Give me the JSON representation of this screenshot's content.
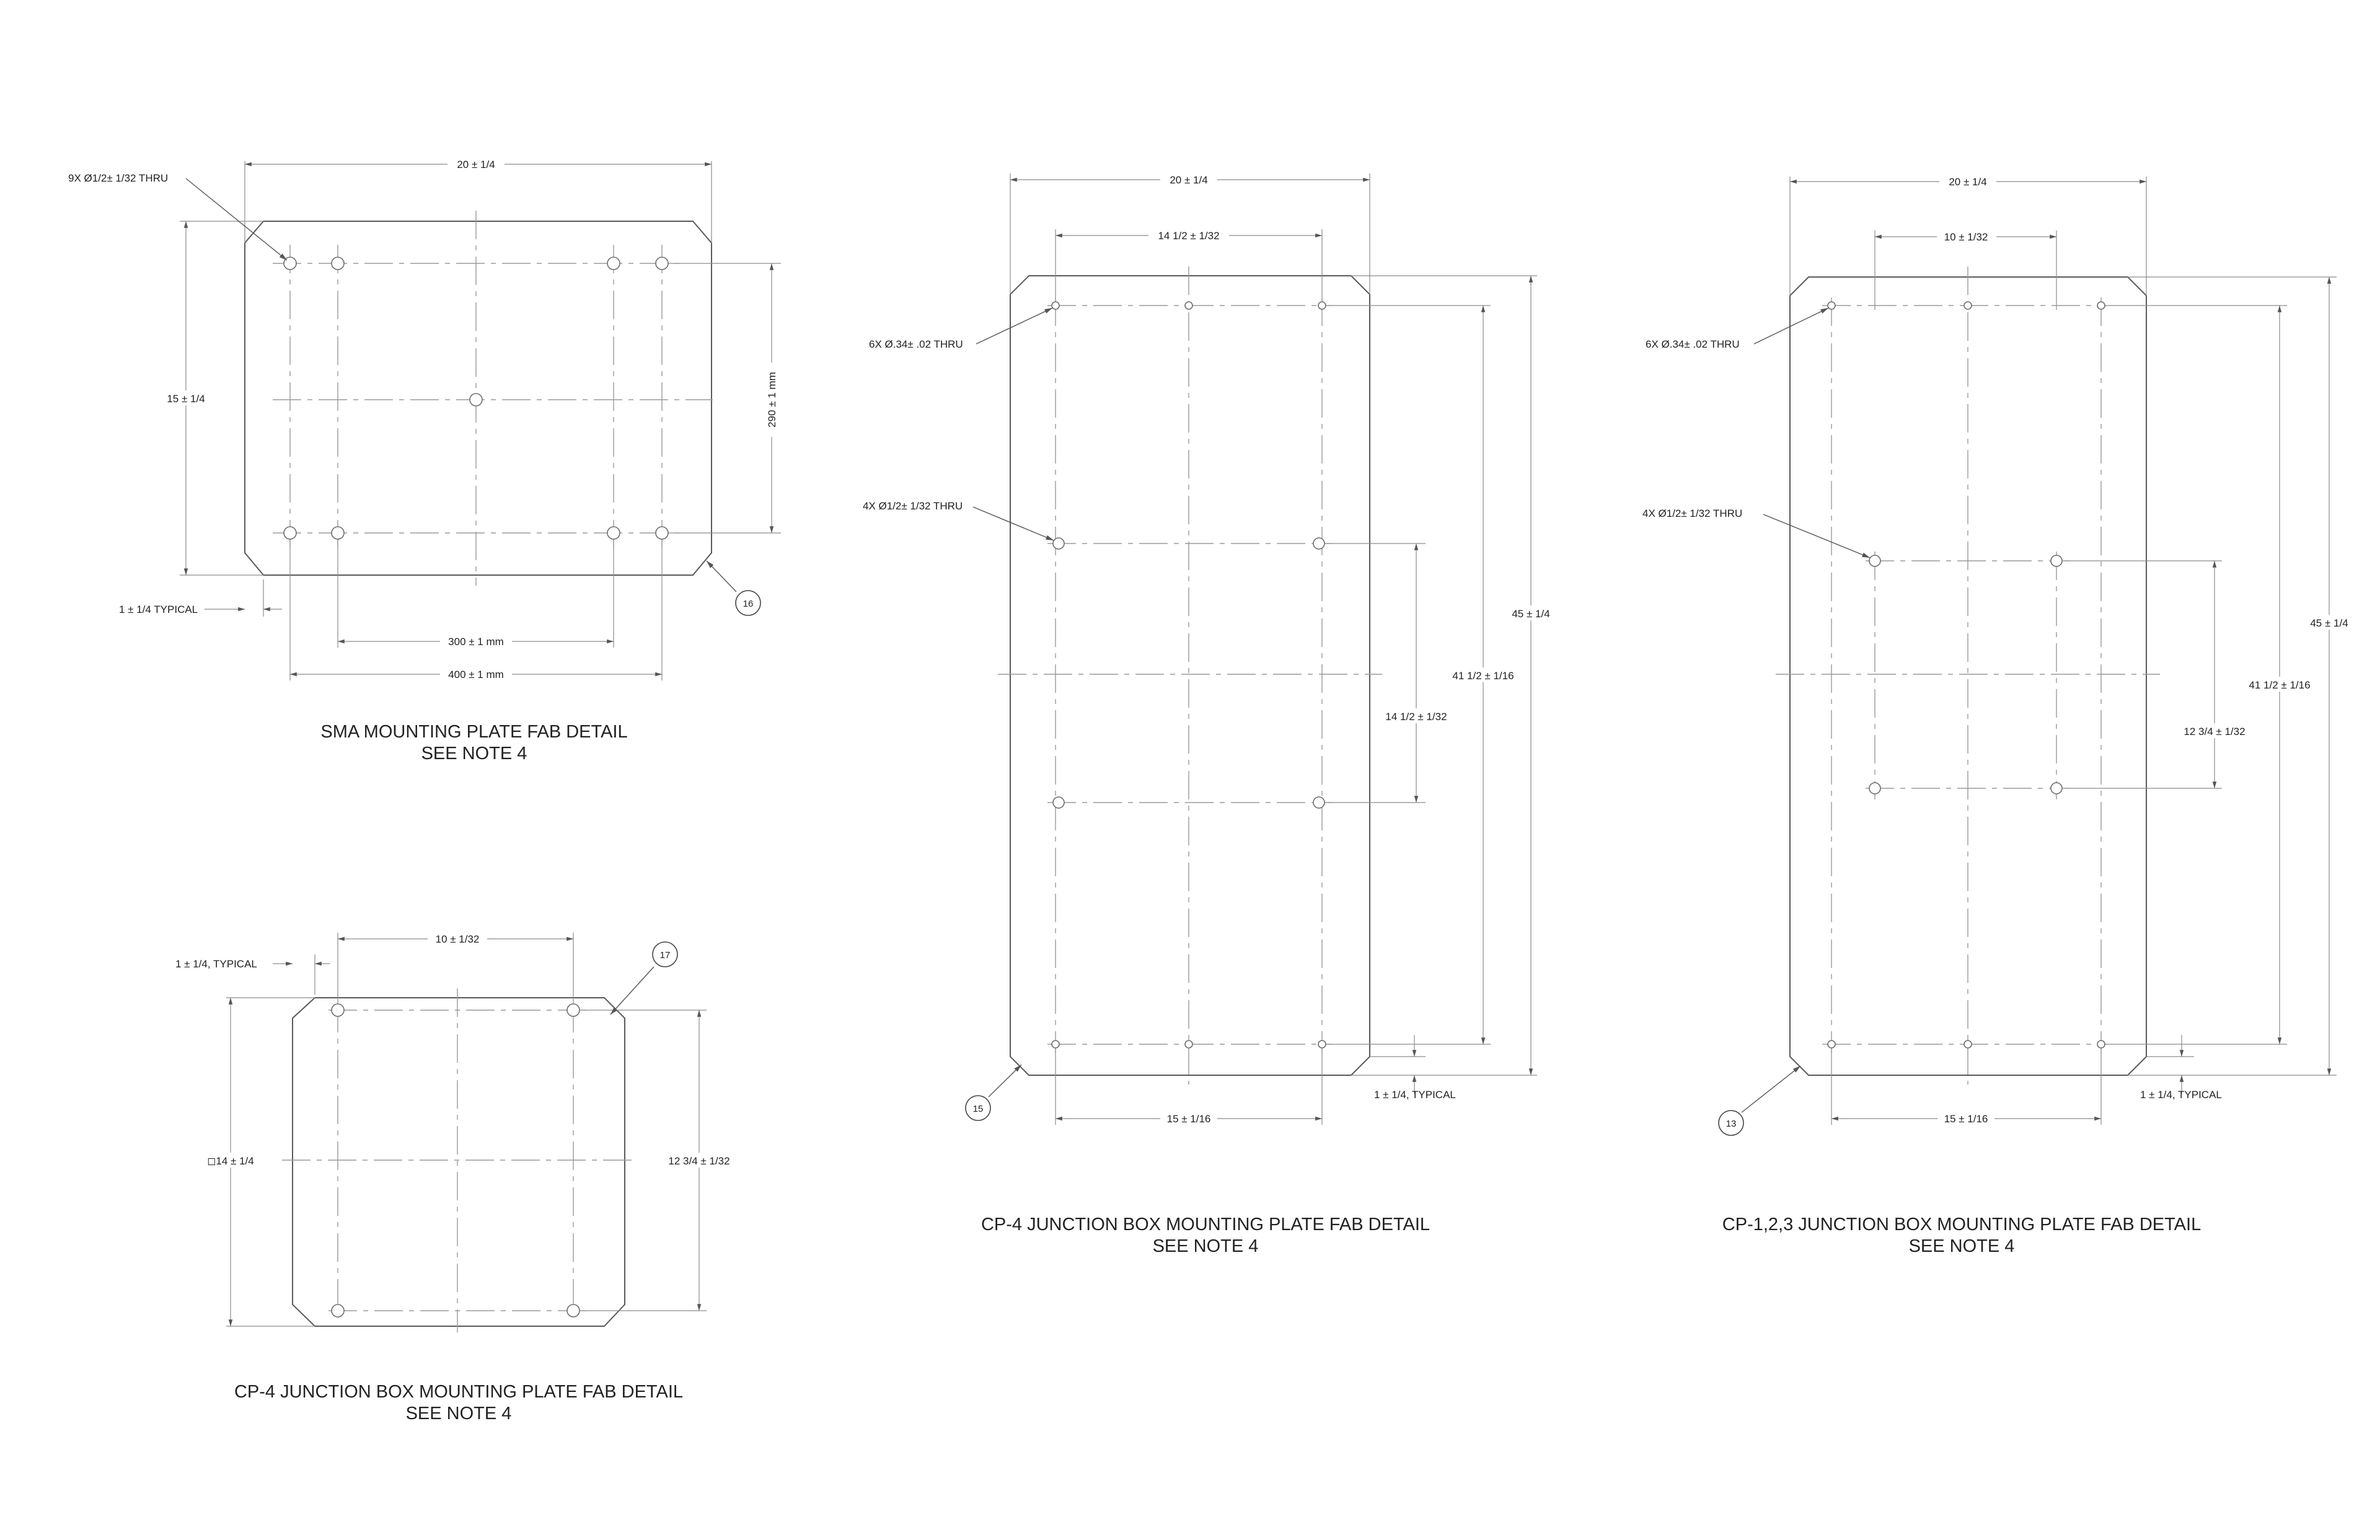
{
  "sma": {
    "title": "SMA MOUNTING PLATE FAB DETAIL",
    "note": "SEE NOTE 4",
    "width": "20 ± 1/4",
    "height": "15 ± 1/4",
    "hole_spacing_v": "290 ± 1 mm",
    "hole_spacing_300": "300 ± 1 mm",
    "hole_spacing_400": "400 ± 1 mm",
    "chamfer": "1 ± 1/4 TYPICAL",
    "holes_callout": "9X Ø1/2± 1/32 THRU",
    "balloon": "16"
  },
  "cp4_small": {
    "title": "CP-4 JUNCTION BOX MOUNTING PLATE FAB DETAIL",
    "note": "SEE NOTE 4",
    "hole_spacing_h": "10 ± 1/32",
    "hole_spacing_v": "12 3/4 ± 1/32",
    "size": "◻14 ± 1/4",
    "chamfer": "1 ± 1/4, TYPICAL",
    "balloon": "17"
  },
  "cp4_large": {
    "title": "CP-4 JUNCTION BOX MOUNTING PLATE FAB DETAIL",
    "note": "SEE NOTE 4",
    "width": "20 ± 1/4",
    "hole_spacing_top": "14 1/2 ± 1/32",
    "hole_spacing_bottom": "15 ± 1/16",
    "holes_small_callout": "6X Ø.34± .02 THRU",
    "holes_large_callout": "4X Ø1/2± 1/32 THRU",
    "height": "45 ± 1/4",
    "hole_span_v": "41 1/2 ± 1/16",
    "inner_span_v": "14 1/2 ± 1/32",
    "chamfer": "1 ± 1/4, TYPICAL",
    "balloon": "15"
  },
  "cp123": {
    "title": "CP-1,2,3 JUNCTION BOX MOUNTING PLATE FAB DETAIL",
    "note": "SEE NOTE 4",
    "width": "20 ± 1/4",
    "hole_spacing_top": "10 ± 1/32",
    "hole_spacing_bottom": "15 ± 1/16",
    "holes_small_callout": "6X Ø.34± .02 THRU",
    "holes_large_callout": "4X Ø1/2± 1/32 THRU",
    "height": "45 ± 1/4",
    "hole_span_v": "41 1/2 ± 1/16",
    "inner_span_v": "12 3/4 ± 1/32",
    "chamfer": "1 ± 1/4, TYPICAL",
    "balloon": "13"
  }
}
